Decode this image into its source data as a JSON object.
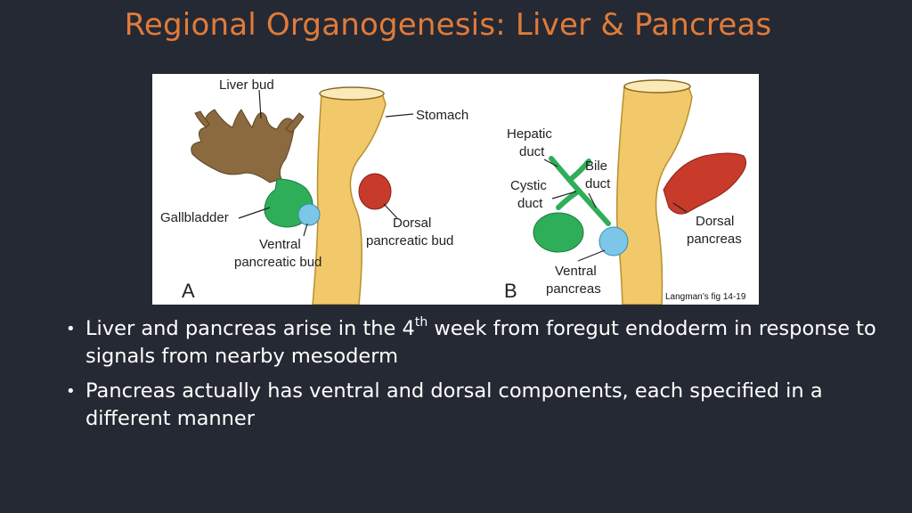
{
  "slide": {
    "title": "Regional Organogenesis: Liver & Pancreas"
  },
  "figure": {
    "panel_a": {
      "letter": "A",
      "labels": {
        "liver_bud": "Liver bud",
        "stomach": "Stomach",
        "gallbladder": "Gallbladder",
        "dorsal_line1": "Dorsal",
        "dorsal_line2": "pancreatic bud",
        "ventral_line1": "Ventral",
        "ventral_line2": "pancreatic bud"
      }
    },
    "panel_b": {
      "letter": "B",
      "labels": {
        "hepatic_line1": "Hepatic",
        "hepatic_line2": "duct",
        "bile_line1": "Bile",
        "bile_line2": "duct",
        "cystic_line1": "Cystic",
        "cystic_line2": "duct",
        "dorsal_line1": "Dorsal",
        "dorsal_line2": "pancreas",
        "ventral_line1": "Ventral",
        "ventral_line2": "pancreas"
      }
    },
    "credit": "Langman’s fig 14-19"
  },
  "bullets": {
    "b1_before": "Liver and pancreas arise in the 4",
    "b1_sup": "th",
    "b1_after": " week from foregut endoderm in response to signals from nearby mesoderm",
    "b2": "Pancreas actually has ventral and dorsal components, each specified in a different manner"
  },
  "colors": {
    "title": "#e07b3a",
    "background": "#252933",
    "stomach": "#f2c96a",
    "liver": "#8a6a3e",
    "gallbladder": "#2fae5a",
    "ventral_pancreas": "#7cc7e8",
    "dorsal_pancreas": "#c83a2a"
  }
}
